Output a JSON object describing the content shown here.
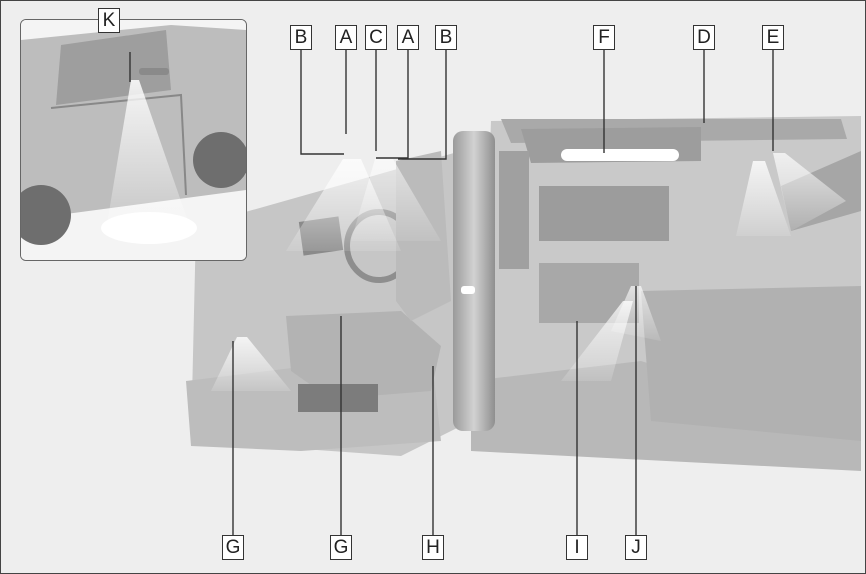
{
  "callouts": {
    "k": "K",
    "b_left": "B",
    "a_left": "A",
    "c": "C",
    "a_right": "A",
    "b_right": "B",
    "f": "F",
    "d": "D",
    "e": "E",
    "g_left": "G",
    "g_mid": "G",
    "h": "H",
    "i": "I",
    "j": "J"
  },
  "colors": {
    "background": "#eeeeee",
    "interior": "#b9b9b9",
    "light_beam": "#ffffff",
    "leader_line": "#333333"
  }
}
